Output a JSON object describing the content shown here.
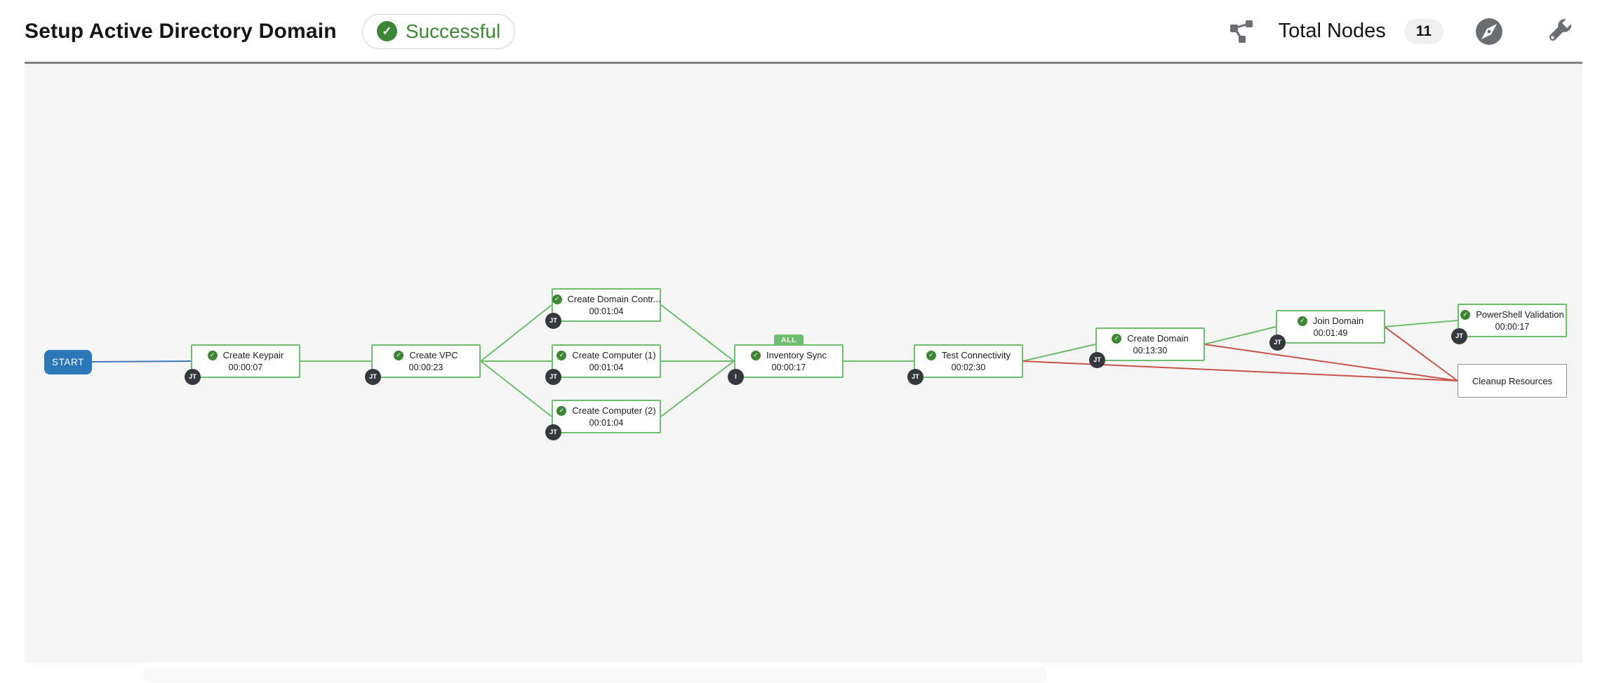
{
  "header": {
    "title": "Setup Active Directory Domain",
    "status": "Successful",
    "total_nodes_label": "Total Nodes",
    "total_nodes_count": "11"
  },
  "colors": {
    "success_green": "#3e8635",
    "node_border_green": "#6fbe6f",
    "edge_red": "#c9544e",
    "edge_blue": "#4178b8",
    "start_blue": "#2b77b8",
    "badge_dark": "#35393e",
    "canvas_bg": "#f4f5f4",
    "icon_gray": "#6a6e73"
  },
  "graph": {
    "start_label": "START",
    "nodes": [
      {
        "id": "create-keypair",
        "label": "Create Keypair",
        "elapsed": "00:00:07",
        "badge": "JT",
        "status": "successful"
      },
      {
        "id": "create-vpc",
        "label": "Create VPC",
        "elapsed": "00:00:23",
        "badge": "JT",
        "status": "successful"
      },
      {
        "id": "create-domain-controller",
        "label": "Create Domain Contr...",
        "elapsed": "00:01:04",
        "badge": "JT",
        "status": "successful"
      },
      {
        "id": "create-computer-1",
        "label": "Create Computer (1)",
        "elapsed": "00:01:04",
        "badge": "JT",
        "status": "successful"
      },
      {
        "id": "create-computer-2",
        "label": "Create Computer (2)",
        "elapsed": "00:01:04",
        "badge": "JT",
        "status": "successful"
      },
      {
        "id": "inventory-sync",
        "label": "Inventory Sync",
        "elapsed": "00:00:17",
        "badge": "I",
        "status": "successful",
        "convergence": "ALL"
      },
      {
        "id": "test-connectivity",
        "label": "Test Connectivity",
        "elapsed": "00:02:30",
        "badge": "JT",
        "status": "successful"
      },
      {
        "id": "create-domain",
        "label": "Create Domain",
        "elapsed": "00:13:30",
        "badge": "JT",
        "status": "successful"
      },
      {
        "id": "join-domain",
        "label": "Join Domain",
        "elapsed": "00:01:49",
        "badge": "JT",
        "status": "successful"
      },
      {
        "id": "powershell-validation",
        "label": "PowerShell Validation",
        "elapsed": "00:00:17",
        "badge": "JT",
        "status": "successful"
      },
      {
        "id": "cleanup-resources",
        "label": "Cleanup Resources",
        "status": "not-run"
      }
    ],
    "edges": [
      {
        "from": "start",
        "to": "create-keypair",
        "type": "start"
      },
      {
        "from": "create-keypair",
        "to": "create-vpc",
        "type": "success"
      },
      {
        "from": "create-vpc",
        "to": "create-domain-controller",
        "type": "success"
      },
      {
        "from": "create-vpc",
        "to": "create-computer-1",
        "type": "success"
      },
      {
        "from": "create-vpc",
        "to": "create-computer-2",
        "type": "success"
      },
      {
        "from": "create-domain-controller",
        "to": "inventory-sync",
        "type": "success"
      },
      {
        "from": "create-computer-1",
        "to": "inventory-sync",
        "type": "success"
      },
      {
        "from": "create-computer-2",
        "to": "inventory-sync",
        "type": "success"
      },
      {
        "from": "inventory-sync",
        "to": "test-connectivity",
        "type": "success"
      },
      {
        "from": "test-connectivity",
        "to": "create-domain",
        "type": "success"
      },
      {
        "from": "test-connectivity",
        "to": "cleanup-resources",
        "type": "failure"
      },
      {
        "from": "create-domain",
        "to": "join-domain",
        "type": "success"
      },
      {
        "from": "create-domain",
        "to": "cleanup-resources",
        "type": "failure"
      },
      {
        "from": "join-domain",
        "to": "powershell-validation",
        "type": "success"
      },
      {
        "from": "join-domain",
        "to": "cleanup-resources",
        "type": "failure"
      }
    ]
  }
}
